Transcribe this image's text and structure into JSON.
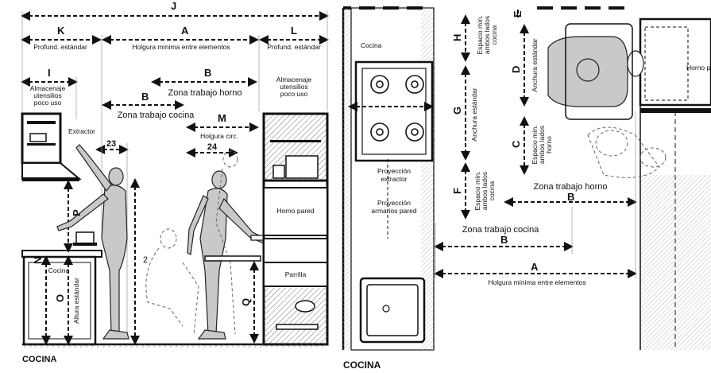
{
  "left": {
    "caption": "COCINA",
    "dims": {
      "J": "J",
      "K": "K",
      "A": "A",
      "L": "L",
      "I": "I",
      "B1": "B",
      "B2": "B",
      "M": "M",
      "N": "N",
      "O": "O",
      "P": "P",
      "Q": "Q",
      "n23": "23",
      "n24": "24",
      "n2": "2"
    },
    "texts": {
      "profund_left": "Profund. estándar",
      "holgura": "Holgura mínima entre elementos",
      "profund_right": "Profund. estándar",
      "almac_left": [
        "Almacenaje",
        "utensilios",
        "poco uso"
      ],
      "almac_right": [
        "Almacenaje",
        "utensilios",
        "poco uso"
      ],
      "zona_horno": "Zona trabajo horno",
      "zona_cocina": "Zona trabajo cocina",
      "extractor": "Extractor",
      "holgura_circ": "Holgura circ.",
      "horno_pared": "Horno pared",
      "parrilla": "Parrilla",
      "cocina": "Cocina",
      "altura_estandar": "Altura estándar"
    }
  },
  "right": {
    "caption": "COCINA",
    "dims": {
      "H": "H",
      "E": "E",
      "D": "D",
      "G": "G",
      "C": "C",
      "F": "F",
      "B1": "B",
      "B2": "B",
      "A": "A"
    },
    "texts": {
      "cocina": "Cocina",
      "espacio_h": [
        "Espacio mín.",
        "ambos lados",
        "cocina"
      ],
      "anchura_d": "Anchura estándar",
      "horno_pared": "Horno pared",
      "anchura_g": "Anchura estándar",
      "espacio_c": [
        "Espacio mín.",
        "ambos lados",
        "horno"
      ],
      "proy_extractor": [
        "Proyección",
        "extractor"
      ],
      "zona_horno": "Zona trabajo horno",
      "espacio_f": [
        "Espacio mín.",
        "ambos lados",
        "cocina"
      ],
      "proy_armarios": [
        "Proyección",
        "armarios pared"
      ],
      "zona_cocina": "Zona trabajo cocina",
      "holgura": "Holgura mínima entre elementos"
    }
  }
}
